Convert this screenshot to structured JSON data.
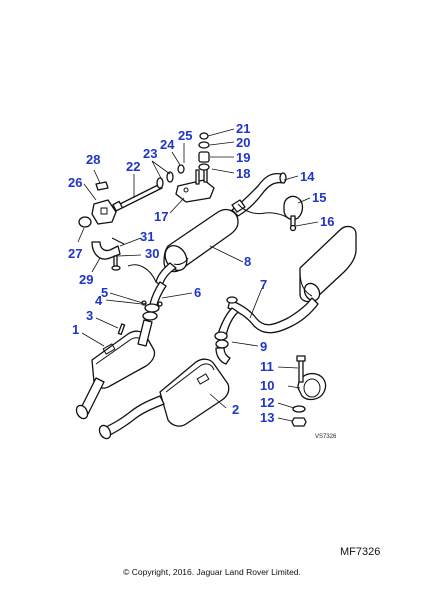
{
  "diagram_ref": "VS7326",
  "footer": {
    "code": "MF7326",
    "copyright": "© Copyright, 2016. Jaguar Land Rover Limited."
  },
  "callouts": {
    "1": "1",
    "2": "2",
    "3": "3",
    "4": "4",
    "5": "5",
    "6": "6",
    "7": "7",
    "8": "8",
    "9": "9",
    "10": "10",
    "11": "11",
    "12": "12",
    "13": "13",
    "14": "14",
    "15": "15",
    "16": "16",
    "17": "17",
    "18": "18",
    "19": "19",
    "20": "20",
    "21": "21",
    "22": "22",
    "23": "23",
    "24": "24",
    "25": "25",
    "26": "26",
    "27": "27",
    "28": "28",
    "29": "29",
    "30": "30",
    "31": "31"
  },
  "colors": {
    "callout": "#1f35c8",
    "line": "#111111"
  }
}
